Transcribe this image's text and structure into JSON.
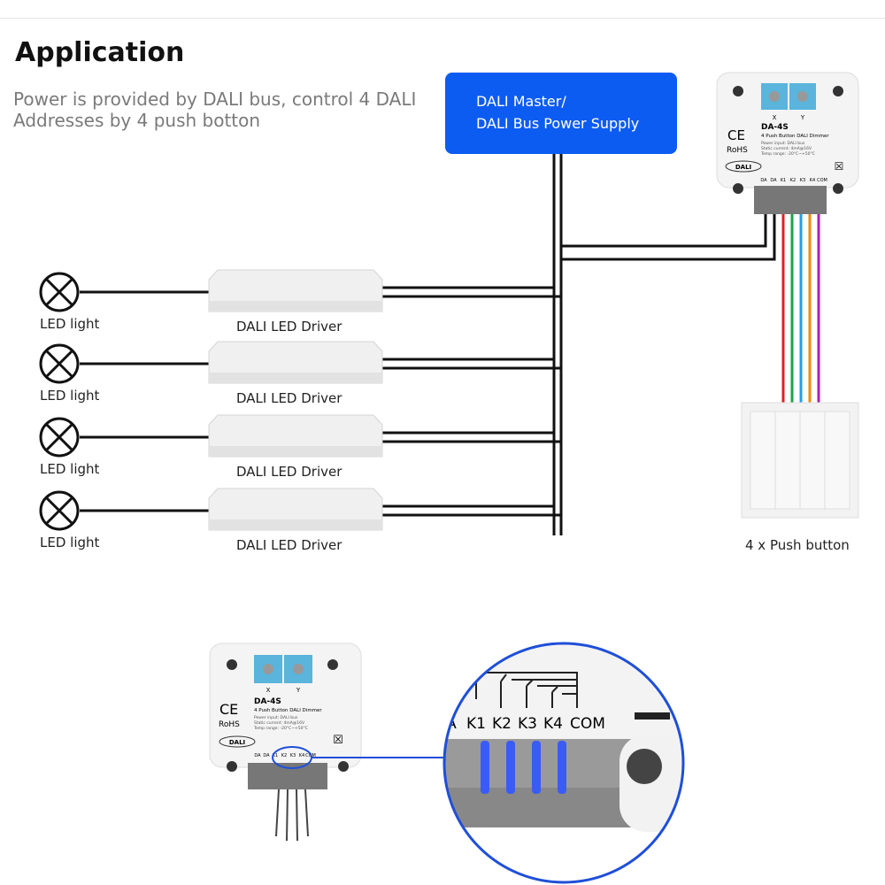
{
  "header": {
    "title": "Application",
    "subtitle": "Power is provided by DALI bus, control 4 DALI Addresses by 4 push botton"
  },
  "master": {
    "line1": "DALI Master/",
    "line2": "DALI Bus Power Supply"
  },
  "rows": [
    {
      "light": "LED light",
      "driver": "DALI LED Driver"
    },
    {
      "light": "LED light",
      "driver": "DALI LED Driver"
    },
    {
      "light": "LED light",
      "driver": "DALI LED Driver"
    },
    {
      "light": "LED light",
      "driver": "DALI LED Driver"
    }
  ],
  "device": {
    "model": "DA-4S",
    "desc": "4 Push Button DALI Dimmer",
    "power": "Power input: DALI bus",
    "current": "Static current: 4mA@16V",
    "temp": "Temp range: -20°C~+50°C",
    "ce": "CE",
    "rohs": "RoHS",
    "dali_logo": "DALI",
    "dial_x": "X",
    "dial_y": "Y",
    "terminals": [
      "DA",
      "DA",
      "K1",
      "K2",
      "K3",
      "K4",
      "COM"
    ]
  },
  "zoom_terminals": [
    "A",
    "K1",
    "K2",
    "K3",
    "K4",
    "COM"
  ],
  "switch": {
    "label": "4 x Push button"
  },
  "colors": {
    "accent": "#0d5cf2",
    "wires": [
      "#e02020",
      "#19a34a",
      "#1ea0e6",
      "#f08a10",
      "#b01fb0"
    ],
    "dial": "#5ab4dc"
  }
}
